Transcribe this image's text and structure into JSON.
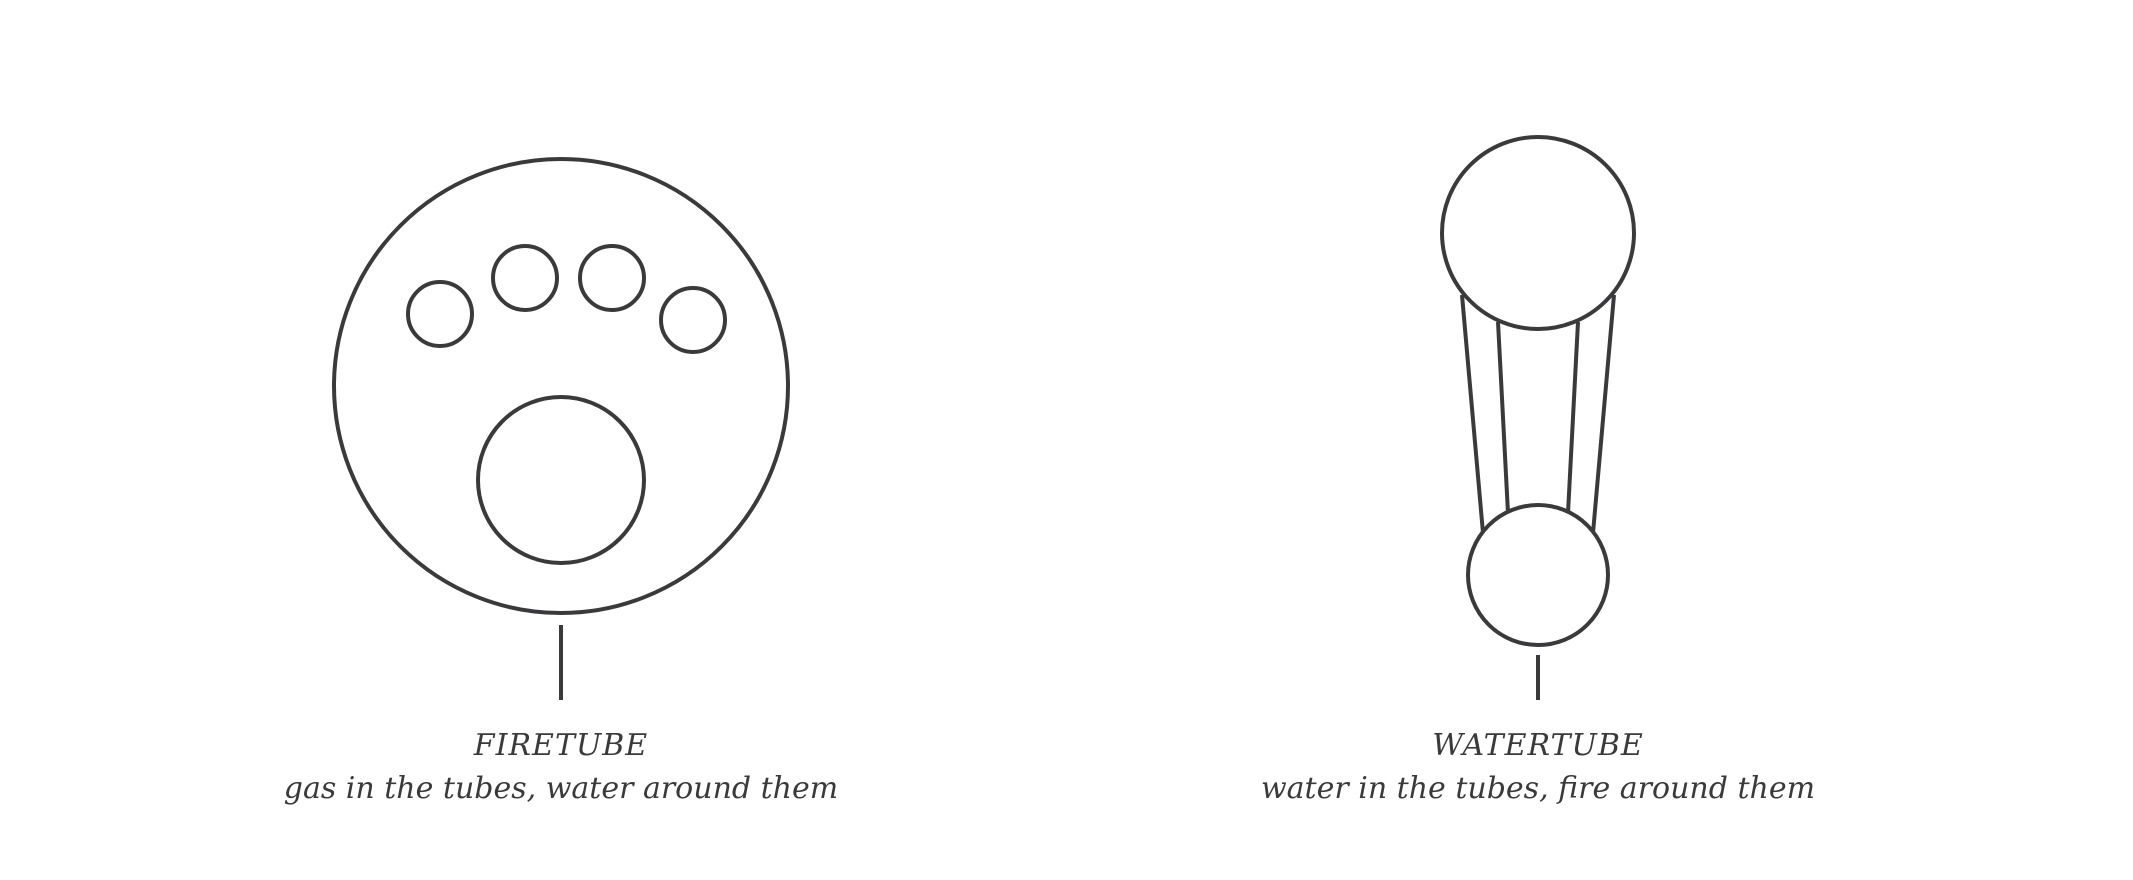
{
  "colors": {
    "stroke": "#3a3a3c",
    "background": "#ffffff"
  },
  "firetube": {
    "title": "FIRETUBE",
    "subtitle": "gas in the tubes, water around them"
  },
  "watertube": {
    "title": "WATERTUBE",
    "subtitle": "water in the tubes, fire around them"
  }
}
